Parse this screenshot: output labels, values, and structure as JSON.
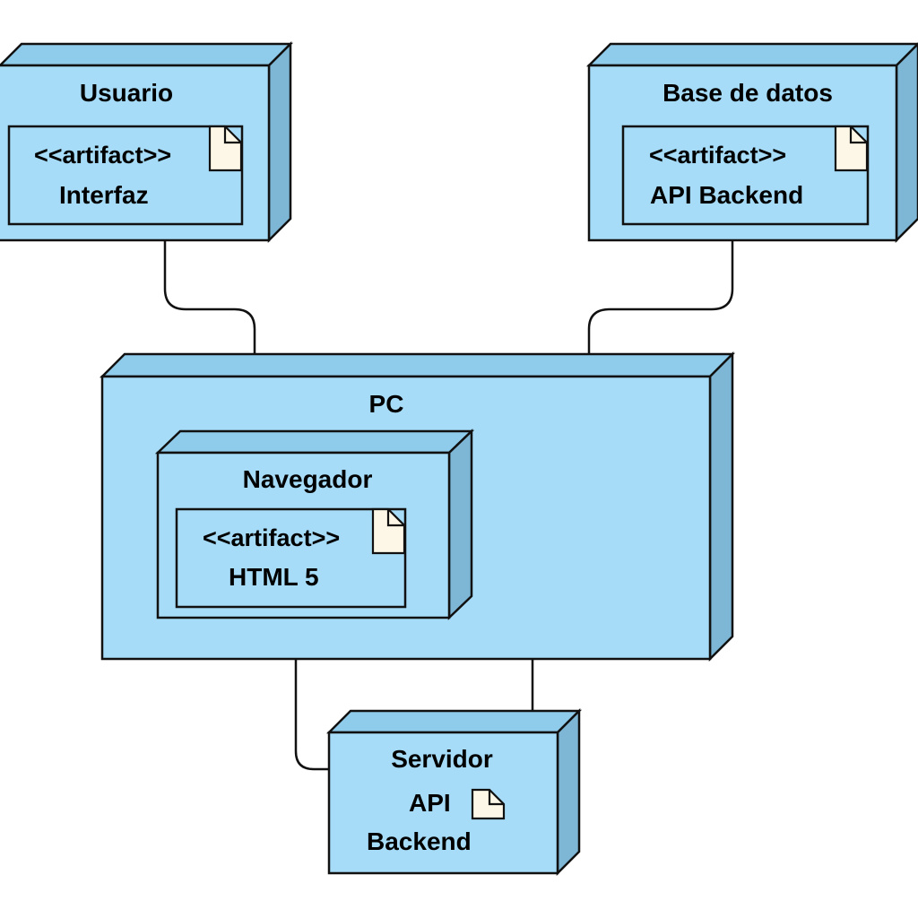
{
  "colors": {
    "node_front": "#a6dcf7",
    "node_top": "#8fcbea",
    "node_side": "#7eb6d5",
    "stroke": "#111111",
    "doc_icon_fill": "#fcf7e6",
    "background": "#ffffff"
  },
  "nodes": {
    "usuario": {
      "title": "Usuario",
      "artifact_stereotype": "<<artifact>>",
      "artifact_name": "Interfaz"
    },
    "base_de_datos": {
      "title": "Base de datos",
      "artifact_stereotype": "<<artifact>>",
      "artifact_name": "API Backend"
    },
    "pc": {
      "title": "PC",
      "navegador": {
        "title": "Navegador",
        "artifact_stereotype": "<<artifact>>",
        "artifact_name": "HTML 5"
      }
    },
    "servidor": {
      "title": "Servidor",
      "artifact_line1": "API",
      "artifact_line2": "Backend"
    }
  },
  "icons": {
    "artifact": "document-icon"
  }
}
